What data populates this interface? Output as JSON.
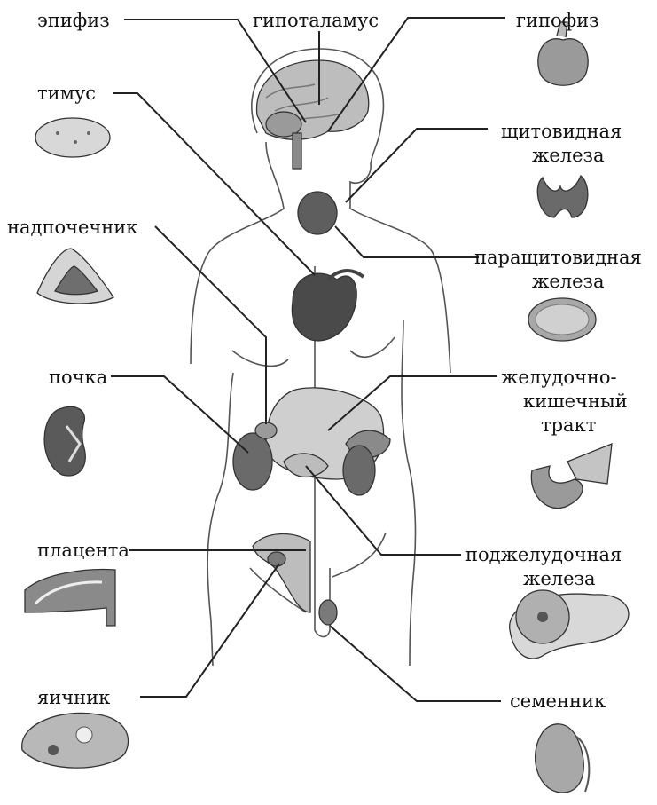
{
  "labels": {
    "epiphysis": "эпифиз",
    "hypothalamus": "гипоталамус",
    "pituitary": "гипофиз",
    "thymus": "тимус",
    "thyroid_l1": "щитовидная",
    "thyroid_l2": "железа",
    "adrenal": "надпочечник",
    "parathyroid_l1": "паращитовидная",
    "parathyroid_l2": "железа",
    "kidney": "почка",
    "gi_l1": "желудочно-",
    "gi_l2": "кишечный",
    "gi_l3": "тракт",
    "placenta": "плацента",
    "pancreas_l1": "поджелудочная",
    "pancreas_l2": "железа",
    "ovary": "яичник",
    "testis": "семенник"
  },
  "colors": {
    "ink": "#111111",
    "organ_dark": "#4a4a4a",
    "organ_mid": "#8a8a8a",
    "organ_light": "#c8c8c8"
  }
}
